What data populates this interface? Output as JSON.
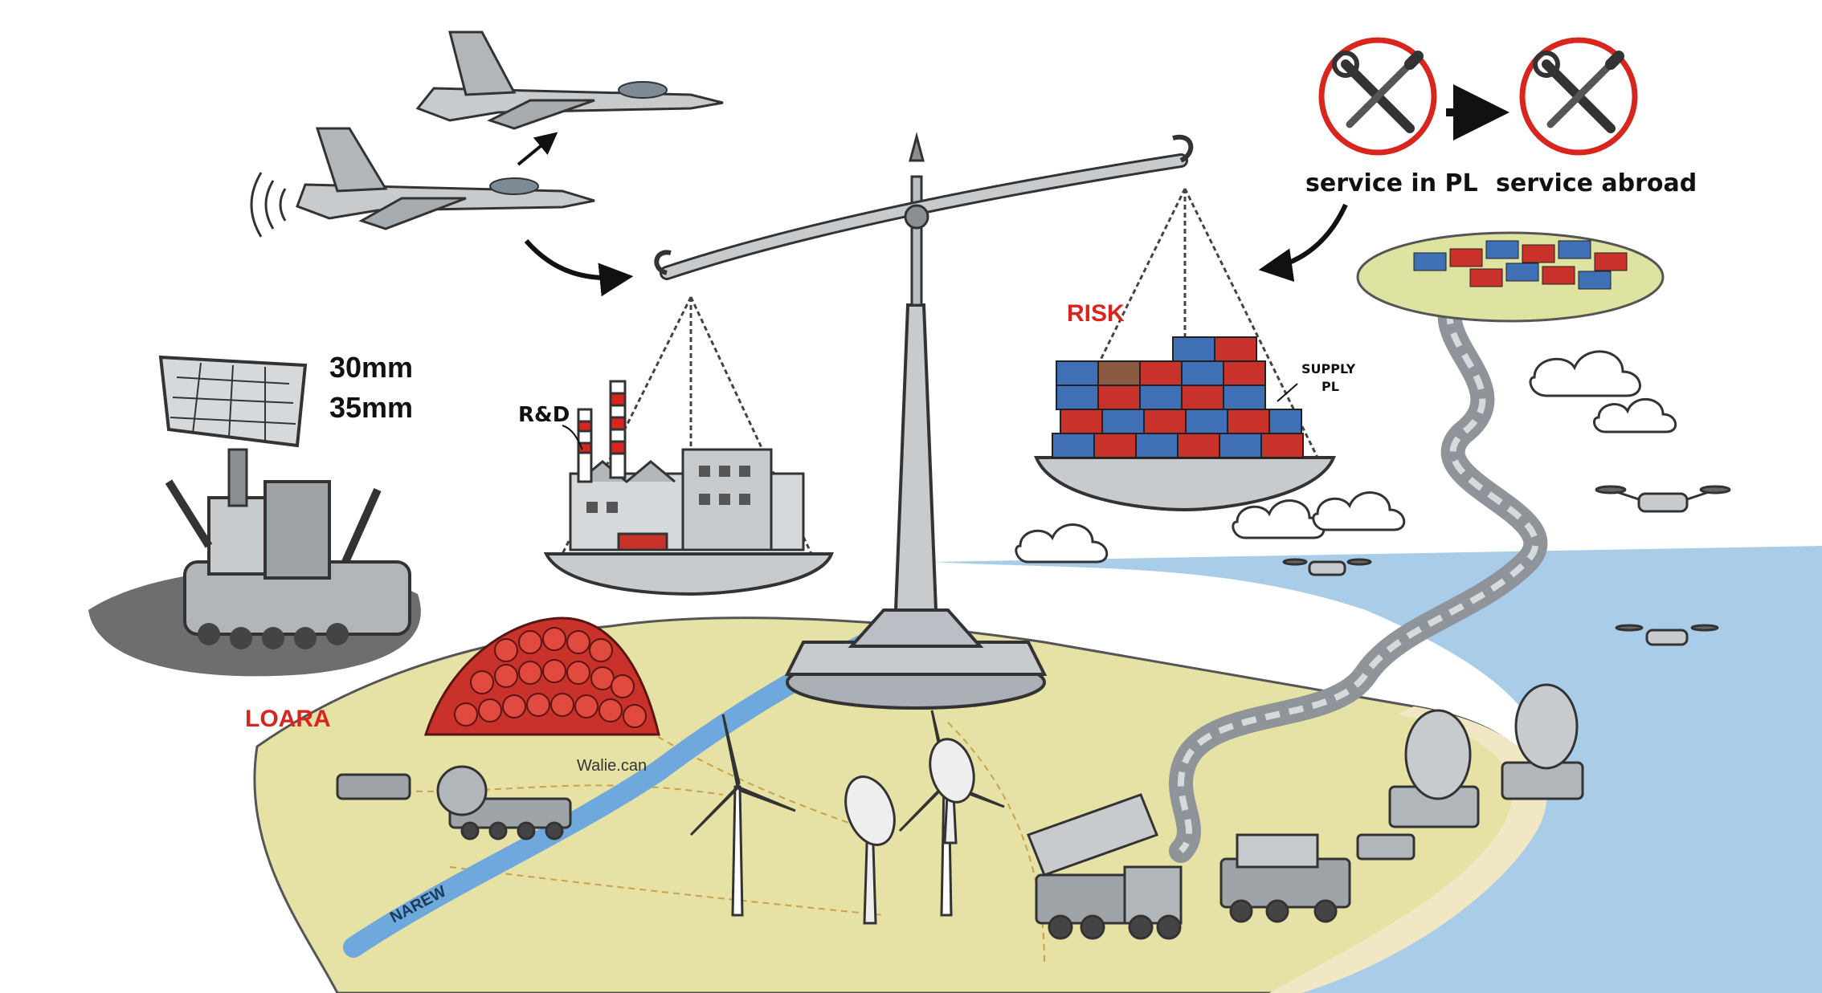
{
  "labels": {
    "caliber_1": "30mm",
    "caliber_2": "35mm",
    "system_name": "LOARA",
    "rnd": "R&D",
    "risk": "RISK",
    "supply_line1": "SUPPLY",
    "supply_line2": "PL",
    "service_pl": "service in PL",
    "service_abroad": "service abroad",
    "river": "NAREW",
    "watermark": "Walie.can"
  },
  "colors": {
    "accent_red": "#d8261f",
    "sea": "#a9cde8",
    "land": "#e6e1a4",
    "metal": "#b9bfc4",
    "container_blue": "#3f6fb4",
    "container_red": "#c8322b"
  },
  "icons": [
    "fighter-jet-icon",
    "radar-icon",
    "wrench-screwdriver-icon",
    "arrow-right-icon",
    "balance-scale-icon",
    "factory-icon",
    "container-icon",
    "drone-icon",
    "wind-turbine-icon",
    "missile-launcher-icon"
  ]
}
